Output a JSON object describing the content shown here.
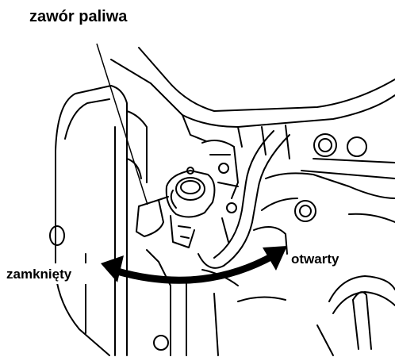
{
  "labels": {
    "fuel_valve": "zawór paliwa",
    "closed": "zamknięty",
    "open": "otwarty"
  },
  "colors": {
    "ink": "#000000",
    "background": "#ffffff"
  }
}
